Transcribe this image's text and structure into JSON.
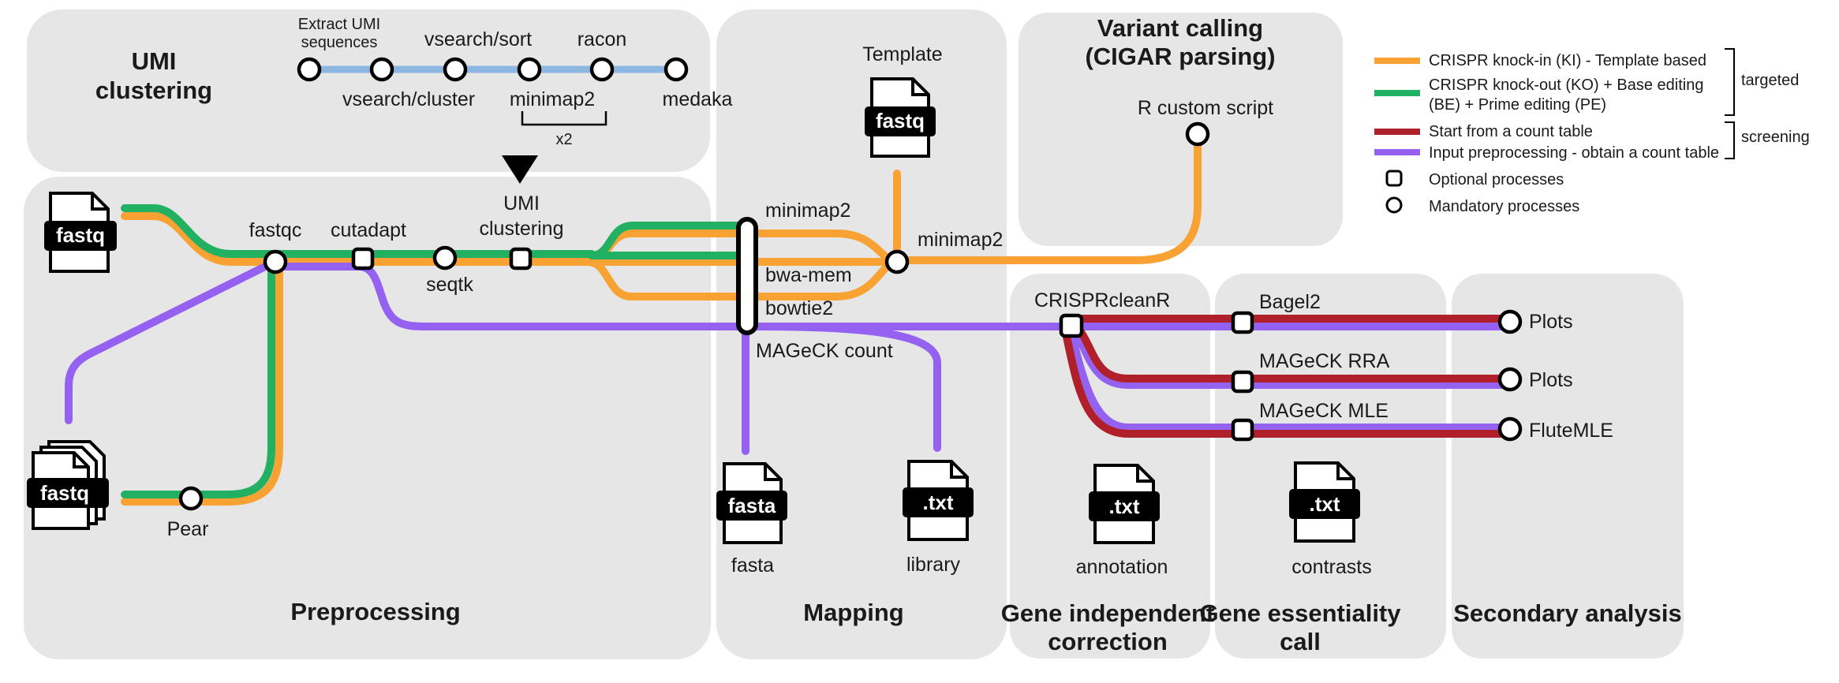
{
  "colors": {
    "ki": "#F7A233",
    "ko": "#22B062",
    "count": "#B0202A",
    "preproc": "#9461F0",
    "umi": "#8DB7E0",
    "panel": "#E6E6E6"
  },
  "panels": {
    "umi": "UMI\nclustering",
    "variant": "Variant calling\n(CIGAR parsing)",
    "preprocessing": "Preprocessing",
    "mapping": "Mapping",
    "gene_independent": "Gene independent\ncorrection",
    "gene_essentiality": "Gene essentiality\ncall",
    "secondary": "Secondary analysis"
  },
  "umi_steps": {
    "extract": "Extract UMI\nsequences",
    "cluster": "vsearch/cluster",
    "sort": "vsearch/sort",
    "minimap2": "minimap2",
    "racon": "racon",
    "medaka": "medaka",
    "repeat": "x2"
  },
  "nodes": {
    "fastqc": "fastqc",
    "cutadapt": "cutadapt",
    "seqtk": "seqtk",
    "umi_clustering": "UMI\nclustering",
    "pear": "Pear",
    "minimap2_top": "minimap2",
    "bwa_mem": "bwa-mem",
    "bowtie2": "bowtie2",
    "minimap2_template": "minimap2",
    "mageck_count": "MAGeCK count",
    "template": "Template",
    "r_script": "R custom script",
    "crisprcleanr": "CRISPRcleanR",
    "bagel2": "Bagel2",
    "mageck_rra": "MAGeCK RRA",
    "mageck_mle": "MAGeCK MLE",
    "plots1": "Plots",
    "plots2": "Plots",
    "flutemle": "FluteMLE"
  },
  "files": {
    "fastq_single": "fastq",
    "fastq_paired": "fastq",
    "fastq_template": "fastq",
    "fasta": "fasta",
    "library_txt": ".txt",
    "annotation_txt": ".txt",
    "contrasts_txt": ".txt",
    "fasta_label": "fasta",
    "library_label": "library",
    "annotation_label": "annotation",
    "contrasts_label": "contrasts"
  },
  "legend": {
    "items": [
      {
        "label": "CRISPR knock-in (KI) - Template based",
        "color": "#F7A233"
      },
      {
        "label": "CRISPR knock-out (KO) + Base editing\n(BE) + Prime editing (PE)",
        "color": "#22B062"
      },
      {
        "label": "Start from a count table",
        "color": "#B0202A"
      },
      {
        "label": "Input preprocessing - obtain a count table",
        "color": "#9461F0"
      }
    ],
    "optional": "Optional processes",
    "mandatory": "Mandatory processes",
    "targeted": "targeted",
    "screening": "screening"
  }
}
